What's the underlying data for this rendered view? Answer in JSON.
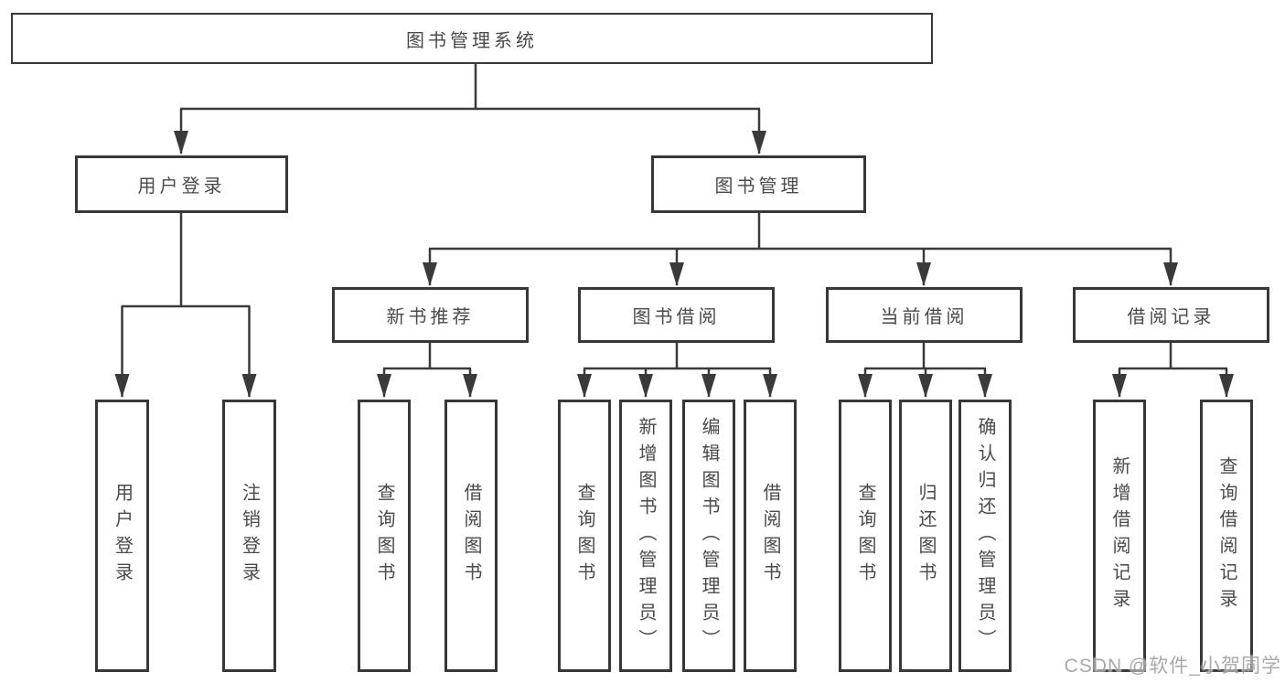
{
  "colors": {
    "line": "#3a3a3a",
    "border": "#383838",
    "text": "#4a4a4a",
    "background": "#ffffff",
    "watermark": "#a0a0a0"
  },
  "watermark": "CSDN @软件_小贺同学",
  "tree": {
    "root": {
      "label": "图书管理系统"
    },
    "children": [
      {
        "label": "用户登录",
        "children": [
          {
            "label": "用户登录"
          },
          {
            "label": "注销登录"
          }
        ]
      },
      {
        "label": "图书管理",
        "children": [
          {
            "label": "新书推荐",
            "children": [
              {
                "label": "查询图书"
              },
              {
                "label": "借阅图书"
              }
            ]
          },
          {
            "label": "图书借阅",
            "children": [
              {
                "label": "查询图书"
              },
              {
                "label": "新增图书（管理员）"
              },
              {
                "label": "编辑图书（管理员）"
              },
              {
                "label": "借阅图书"
              }
            ]
          },
          {
            "label": "当前借阅",
            "children": [
              {
                "label": "查询图书"
              },
              {
                "label": "归还图书"
              },
              {
                "label": "确认归还（管理员）"
              }
            ]
          },
          {
            "label": "借阅记录",
            "children": [
              {
                "label": "新增借阅记录"
              },
              {
                "label": "查询借阅记录"
              }
            ]
          }
        ]
      }
    ]
  }
}
